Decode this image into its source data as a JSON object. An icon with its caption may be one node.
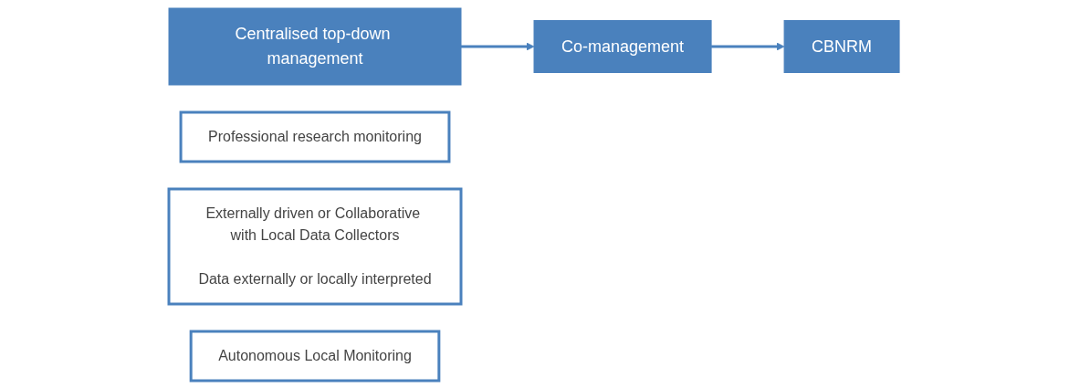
{
  "diagram": {
    "nodes": [
      {
        "text": [
          "Centralised top-down management"
        ]
      },
      {
        "text": [
          "Professional research monitoring"
        ]
      },
      {
        "text": [
          "Co-management"
        ]
      },
      {
        "text": [
          "Externally driven or Collaborative with Local Data Collectors",
          "Data externally or locally interpreted"
        ]
      },
      {
        "text": [
          "CBNRM"
        ]
      },
      {
        "text": [
          "Autonomous Local Monitoring"
        ]
      }
    ],
    "edges": [
      {
        "from": 0,
        "to": 2,
        "arrow": "to"
      },
      {
        "from": 2,
        "to": 4,
        "arrow": "to"
      }
    ]
  }
}
